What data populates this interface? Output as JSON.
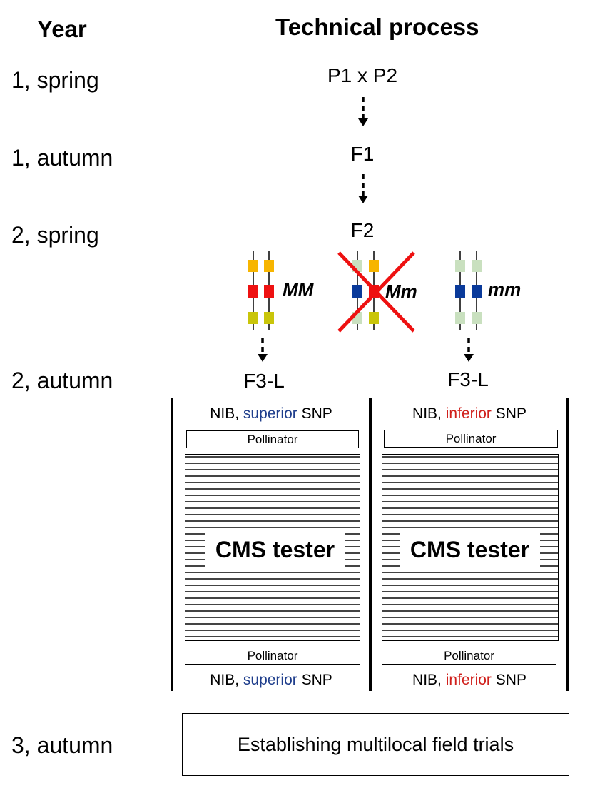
{
  "headers": {
    "year": "Year",
    "process": "Technical process"
  },
  "years": [
    "1, spring",
    "1, autumn",
    "2, spring",
    "2, autumn",
    "3, autumn"
  ],
  "generations": {
    "cross": "P1 x P2",
    "f1": "F1",
    "f2": "F2",
    "f3_left": "F3-L",
    "f3_right": "F3-L"
  },
  "genotypes": {
    "homozygous_dominant": "MM",
    "heterozygous": "Mm",
    "homozygous_recessive": "mm"
  },
  "left_panel": {
    "nib": "NIB,",
    "quality": "superior",
    "snp": "SNP",
    "pollinator_top": "Pollinator",
    "tester": "CMS tester",
    "pollinator_bottom": "Pollinator",
    "quality_color": "#1f3e8c"
  },
  "right_panel": {
    "nib": "NIB,",
    "quality": "inferior",
    "snp": "SNP",
    "pollinator_top": "Pollinator",
    "tester": "CMS tester",
    "pollinator_bottom": "Pollinator",
    "quality_color": "#d0201c"
  },
  "trials": "Establishing multilocal field trials",
  "colors": {
    "allele_yellow": "#f7b500",
    "allele_red": "#ee1111",
    "allele_olive": "#c9c50a",
    "allele_blue": "#0a3a9a",
    "allele_light_green": "#c9e0bf",
    "cross_out": "#ee1111"
  }
}
